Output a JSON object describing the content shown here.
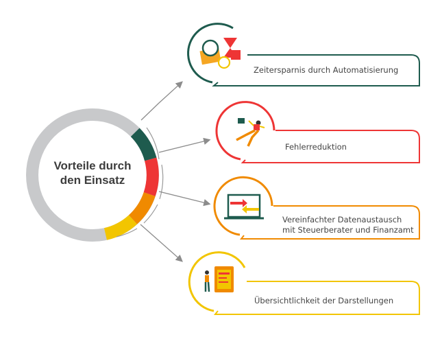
{
  "center": {
    "line1": "Vorteile durch",
    "line2": "den Einsatz"
  },
  "items": [
    {
      "label": "Zeitersparnis durch Automatisierung",
      "icon": "clock-calendar-icon",
      "color": "#1e5b4e"
    },
    {
      "label": "Fehlerreduktion",
      "icon": "falling-person-icon",
      "color": "#ee3535"
    },
    {
      "label_line1": "Vereinfachter Datenaustausch",
      "label_line2": "mit Steuerberater und Finanzamt",
      "icon": "laptop-exchange-icon",
      "color": "#f08a00"
    },
    {
      "label": "Übersichtlichkeit der Darstellungen",
      "icon": "person-dashboard-icon",
      "color": "#f2c500"
    }
  ],
  "ring_color": "#c8c9cb",
  "arrow_color": "#8c8c8c"
}
